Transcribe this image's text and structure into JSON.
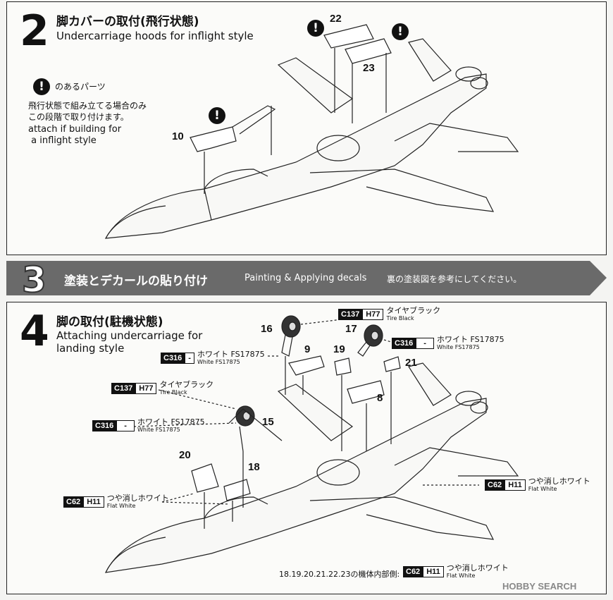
{
  "step2": {
    "number": "2",
    "title_jp": "脚カバーの取付(飛行状態)",
    "title_en": "Undercarriage hoods for inflight style",
    "warn_mark": "!",
    "legend_text": "のあるパーツ",
    "note_jp_line1": "飛行状態で組み立てる場合のみ",
    "note_jp_line2": "この段階で取り付けます。",
    "note_en_line1": "attach if building for",
    "note_en_line2": " a inflight style",
    "part_10": "10",
    "part_22": "22",
    "part_23": "23"
  },
  "step3": {
    "number": "3",
    "title_jp": "塗装とデカールの貼り付け",
    "title_en": "Painting & Applying decals",
    "note_jp": "裏の塗装図を参考にしてください。"
  },
  "step4": {
    "number": "4",
    "title_jp": "脚の取付(駐機状態)",
    "title_en_line1": "Attaching undercarriage for",
    "title_en_line2": "landing style",
    "parts": {
      "p16": "16",
      "p17": "17",
      "p9": "9",
      "p19": "19",
      "p21": "21",
      "p8": "8",
      "p15": "15",
      "p20": "20",
      "p18": "18"
    },
    "paint_c137_top": {
      "c": "C137",
      "h": "H77",
      "jp": "タイヤブラック",
      "en": "Tire Black"
    },
    "paint_c316_left": {
      "c": "C316",
      "h": "-",
      "jp": "ホワイト FS17875",
      "en": "White FS17875"
    },
    "paint_c316_right": {
      "c": "C316",
      "h": "-",
      "jp": "ホワイト FS17875",
      "en": "White FS17875"
    },
    "paint_c137_mid": {
      "c": "C137",
      "h": "H77",
      "jp": "タイヤブラック",
      "en": "Tire Black"
    },
    "paint_c316_mid": {
      "c": "C316",
      "h": "-",
      "jp": "ホワイト FS17875",
      "en": "White FS17875"
    },
    "paint_c62_right": {
      "c": "C62",
      "h": "H11",
      "jp": "つや消しホワイト",
      "en": "Flat White"
    },
    "paint_c62_left": {
      "c": "C62",
      "h": "H11",
      "jp": "つや消しホワイト",
      "en": "Flat White"
    },
    "interior_note": "18.19.20.21.22.23の機体内部側:",
    "paint_c62_bottom": {
      "c": "C62",
      "h": "H11",
      "jp": "つや消しホワイト",
      "en": "Flat White"
    }
  },
  "watermark": "HOBBY SEARCH"
}
